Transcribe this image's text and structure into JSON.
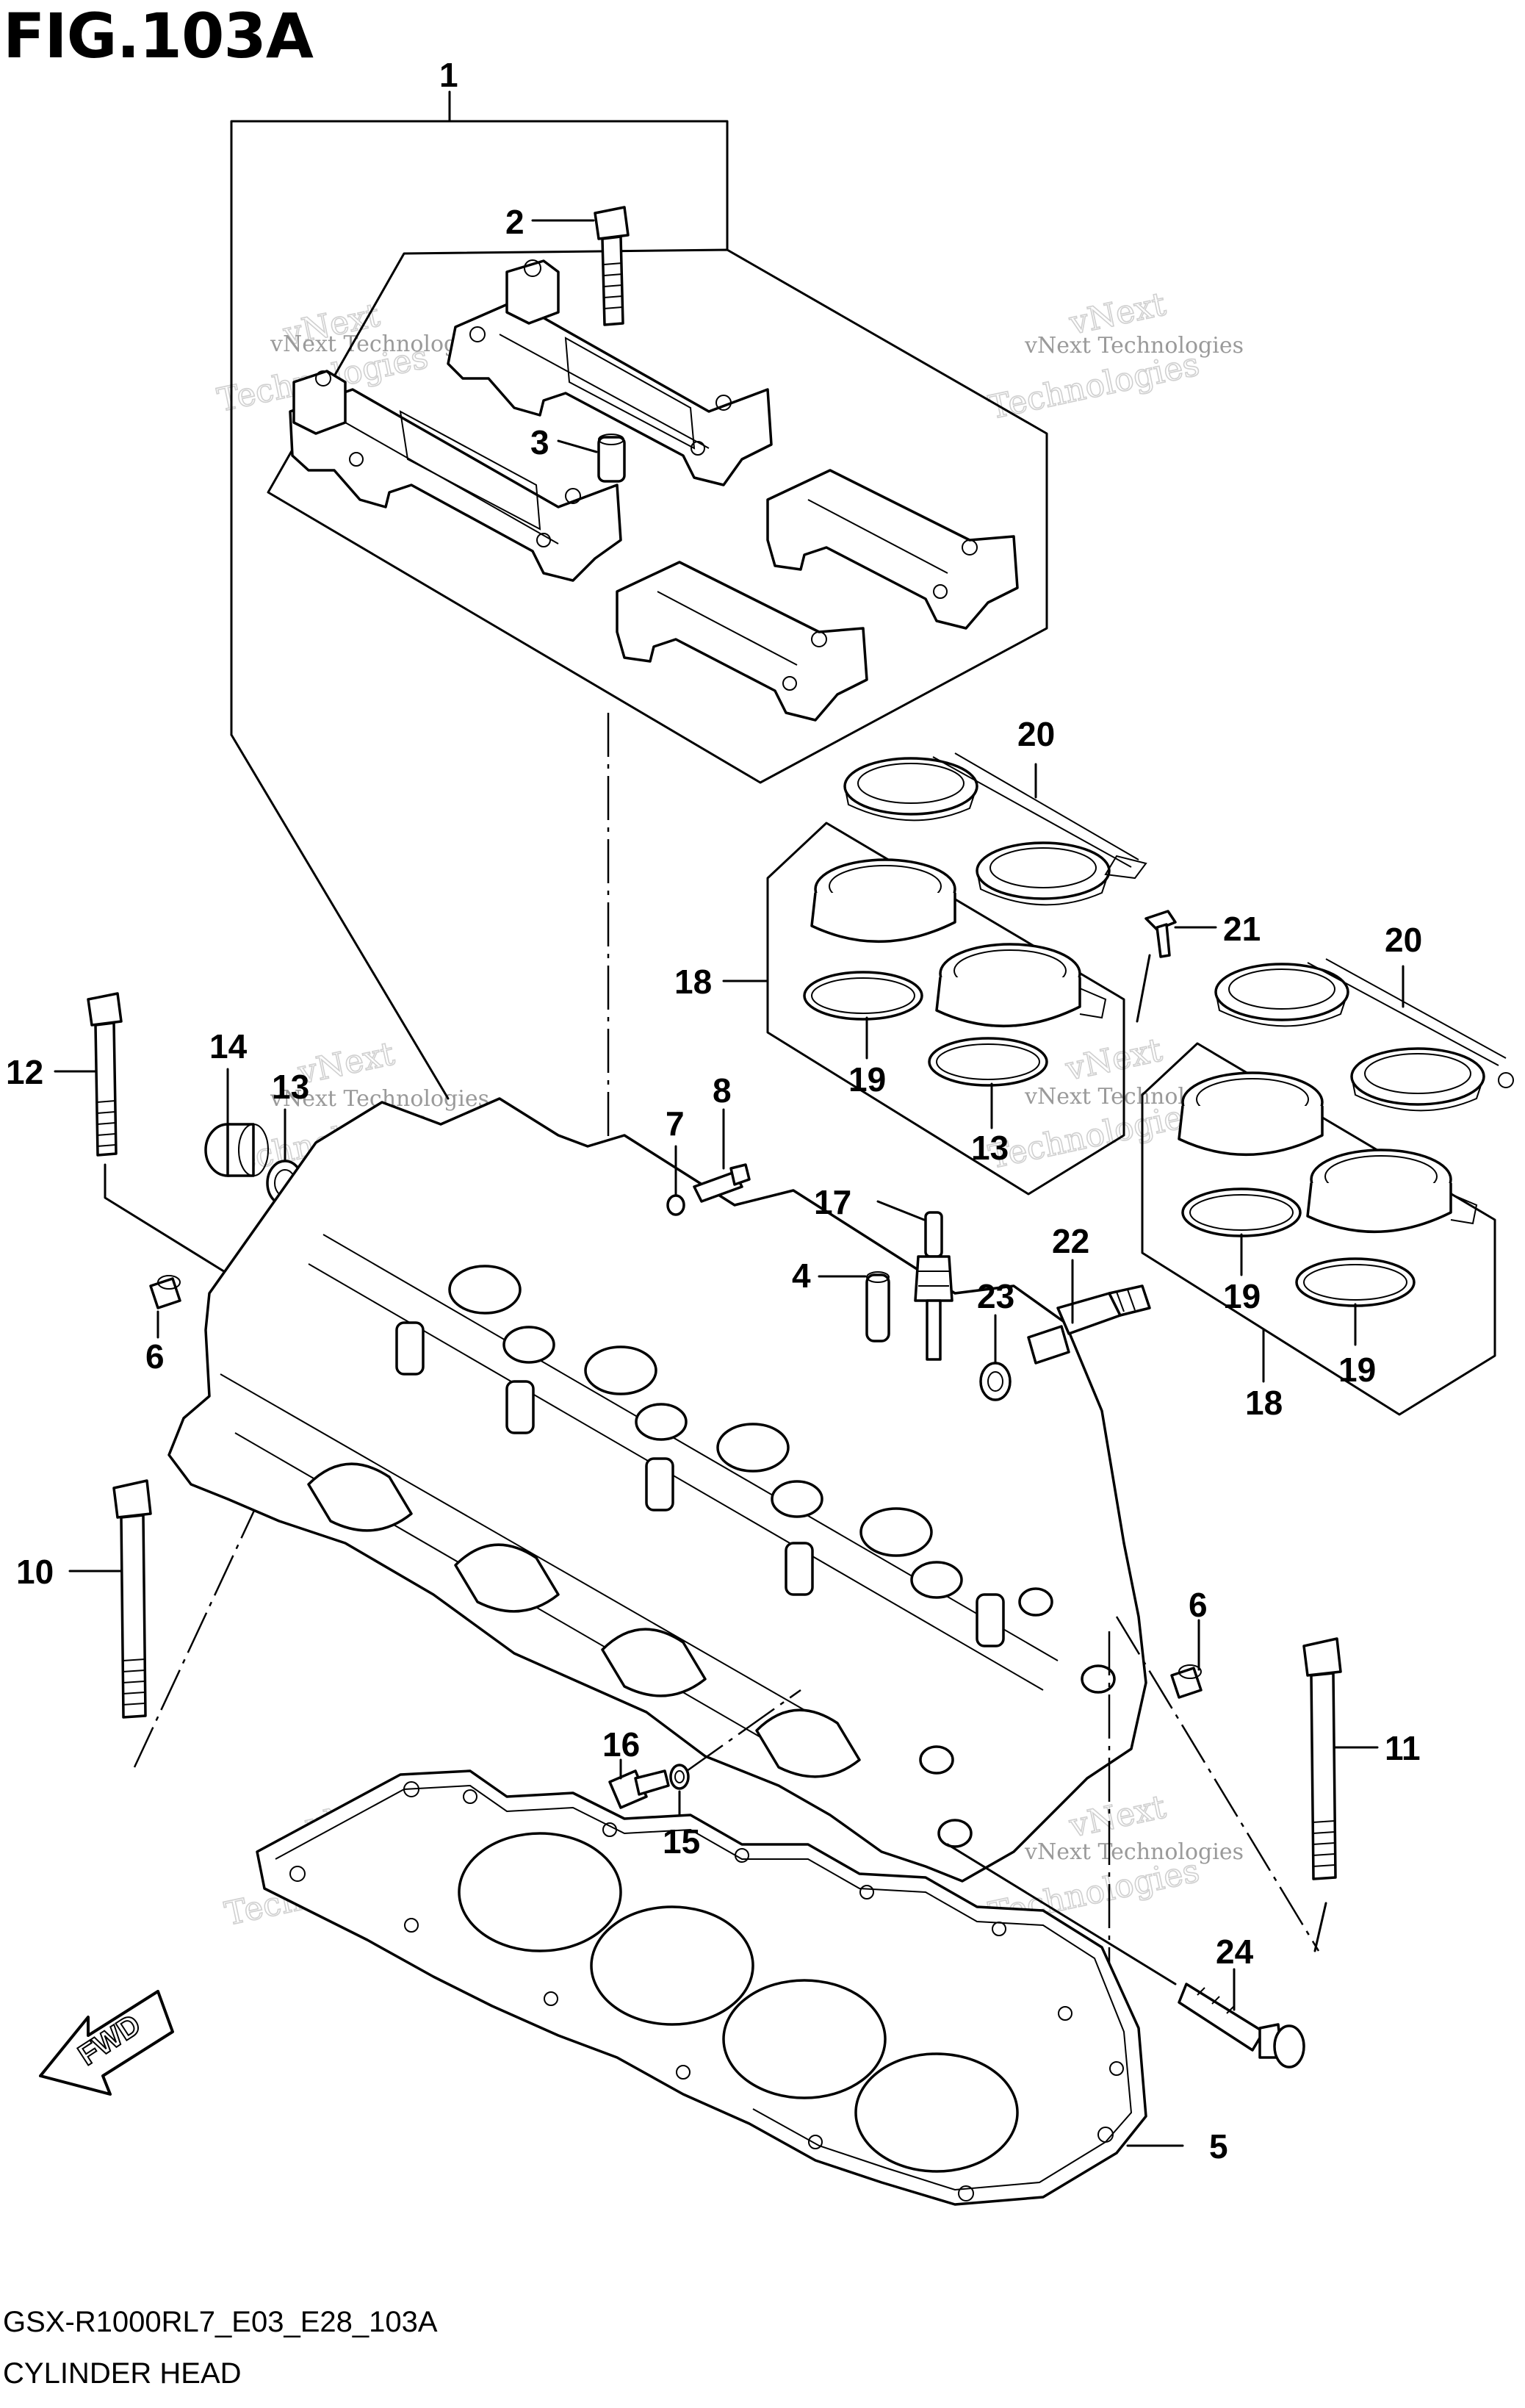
{
  "figure": {
    "title": "FIG.103A",
    "model_code": "GSX-R1000RL7_E03_E28_103A",
    "section_name": "CYLINDER HEAD",
    "direction_label": "FWD"
  },
  "watermark": {
    "line1": "vNext Technologies",
    "line2a": "vNext",
    "line2b": "Technologies"
  },
  "callouts": [
    {
      "id": "c1",
      "label": "1"
    },
    {
      "id": "c2",
      "label": "2"
    },
    {
      "id": "c3",
      "label": "3"
    },
    {
      "id": "c4",
      "label": "4"
    },
    {
      "id": "c5",
      "label": "5"
    },
    {
      "id": "c6a",
      "label": "6"
    },
    {
      "id": "c6b",
      "label": "6"
    },
    {
      "id": "c7",
      "label": "7"
    },
    {
      "id": "c8",
      "label": "8"
    },
    {
      "id": "c10",
      "label": "10"
    },
    {
      "id": "c11",
      "label": "11"
    },
    {
      "id": "c12",
      "label": "12"
    },
    {
      "id": "c13a",
      "label": "13"
    },
    {
      "id": "c13b",
      "label": "13"
    },
    {
      "id": "c14",
      "label": "14"
    },
    {
      "id": "c15",
      "label": "15"
    },
    {
      "id": "c16",
      "label": "16"
    },
    {
      "id": "c17",
      "label": "17"
    },
    {
      "id": "c18a",
      "label": "18"
    },
    {
      "id": "c18b",
      "label": "18"
    },
    {
      "id": "c19a",
      "label": "19"
    },
    {
      "id": "c19b",
      "label": "19"
    },
    {
      "id": "c19c",
      "label": "19"
    },
    {
      "id": "c20a",
      "label": "20"
    },
    {
      "id": "c20b",
      "label": "20"
    },
    {
      "id": "c21",
      "label": "21"
    },
    {
      "id": "c22",
      "label": "22"
    },
    {
      "id": "c23",
      "label": "23"
    },
    {
      "id": "c24",
      "label": "24"
    }
  ]
}
